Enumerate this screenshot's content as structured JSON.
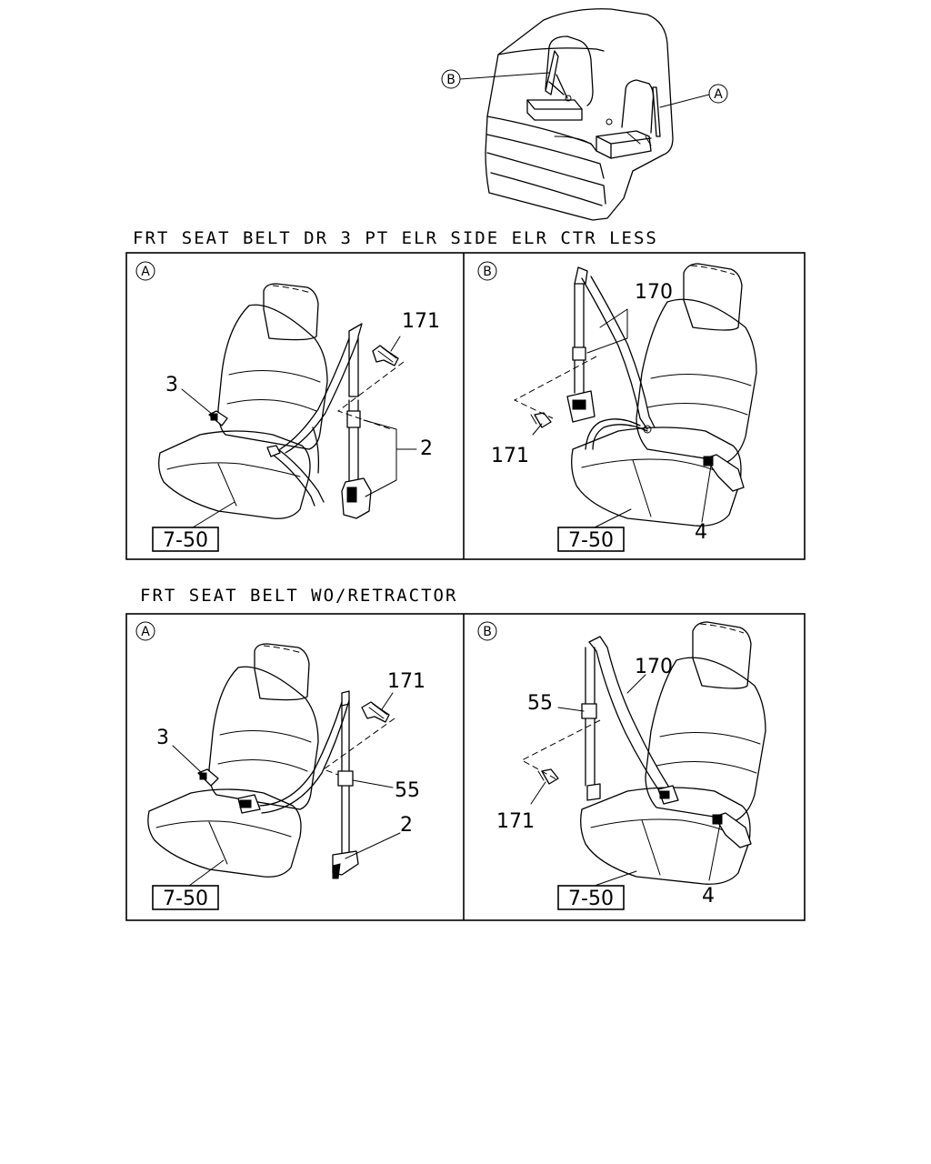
{
  "overview": {
    "callout_b": "B",
    "callout_a": "A"
  },
  "section1": {
    "title": "FRT SEAT BELT DR 3 PT ELR SIDE ELR CTR LESS",
    "panel_a": {
      "view": "A",
      "labels": {
        "bolt": "171",
        "anchor": "3",
        "belt": "2"
      },
      "ref": "7-50"
    },
    "panel_b": {
      "view": "B",
      "labels": {
        "belt": "170",
        "bolt": "171",
        "buckle": "4"
      },
      "ref": "7-50"
    }
  },
  "section2": {
    "title": "FRT SEAT BELT WO/RETRACTOR",
    "panel_a": {
      "view": "A",
      "labels": {
        "bolt": "171",
        "anchor": "3",
        "bracket": "55",
        "belt": "2"
      },
      "ref": "7-50"
    },
    "panel_b": {
      "view": "B",
      "labels": {
        "bracket": "55",
        "belt": "170",
        "bolt": "171",
        "buckle": "4"
      },
      "ref": "7-50"
    }
  }
}
